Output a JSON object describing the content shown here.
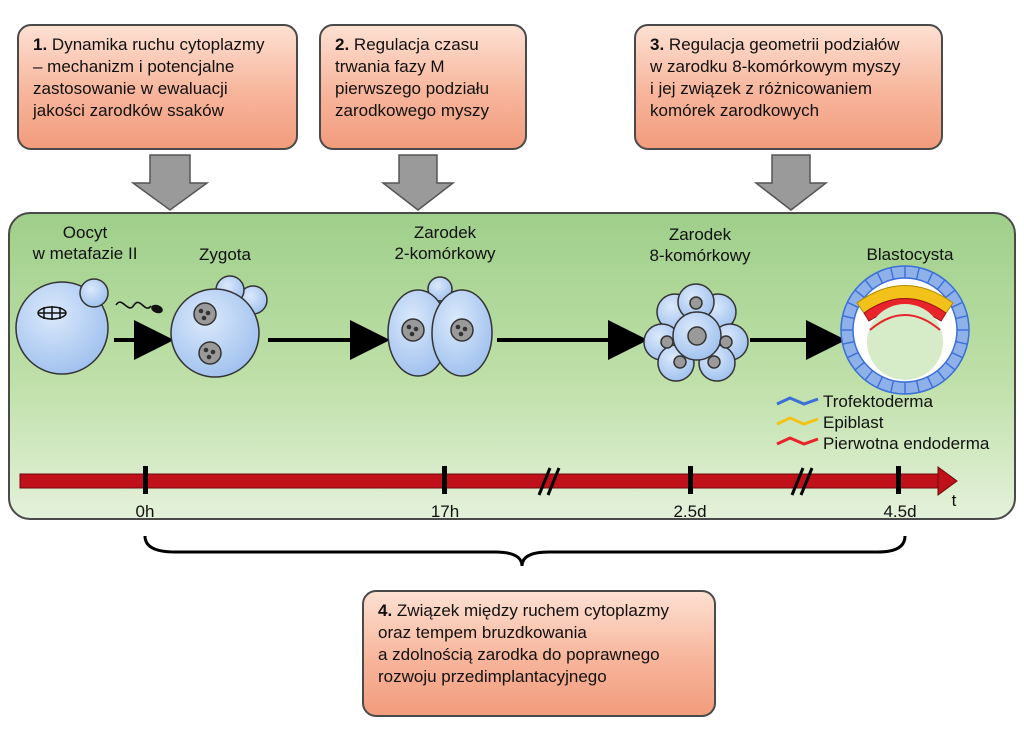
{
  "boxes": [
    {
      "num": "1.",
      "text": "Dynamika ruchu cytoplazmy\n– mechanizm i potencjalne\nzastosowanie w ewaluacji\njakości zarodków ssaków"
    },
    {
      "num": "2.",
      "text": "Regulacja czasu\ntrwania fazy M\npierwszego podziału\nzarodkowego myszy"
    },
    {
      "num": "3.",
      "text": "Regulacja geometrii podziałów\nw zarodku 8-komórkowym myszy\ni jej związek z różnicowaniem\nkomórek zarodkowych"
    },
    {
      "num": "4.",
      "text": "Związek między ruchem cytoplazmy\noraz tempem bruzdkowania\na zdolnością zarodka do poprawnego\nrozwoju przedimplantacyjnego"
    }
  ],
  "stages": {
    "oocyte": "Oocyt\nw metafazie II",
    "zygote": "Zygota",
    "two_cell": "Zarodek\n2-komórkowy",
    "eight_cell": "Zarodek\n8-komórkowy",
    "blastocyst": "Blastocysta"
  },
  "timeline": {
    "ticks": [
      "0h",
      "17h",
      "2.5d",
      "4.5d"
    ],
    "axis_label": "t"
  },
  "legend": [
    {
      "label": "Trofektoderma",
      "color": "#3a6fd8"
    },
    {
      "label": "Epiblast",
      "color": "#f2c21b"
    },
    {
      "label": "Pierwotna endoderma",
      "color": "#e8242a"
    }
  ],
  "colors": {
    "box_fill": "#f7b59b",
    "panel_fill": "#bfe0a9",
    "timeline": "#c0101a",
    "cell": "#a9c8f0",
    "arrow": "#9a9a9a"
  }
}
